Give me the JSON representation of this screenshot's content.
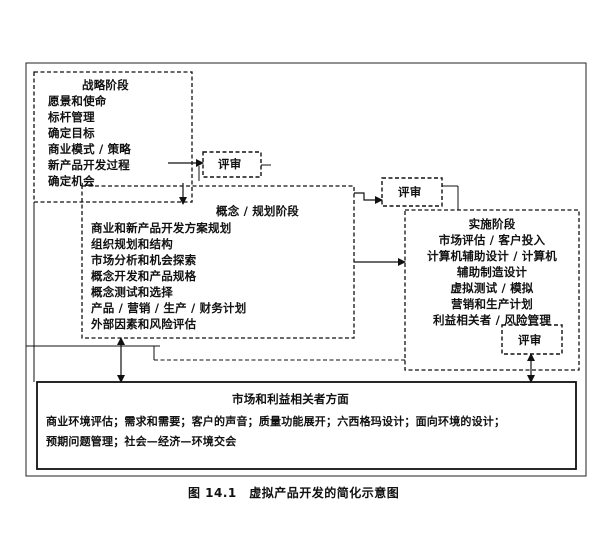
{
  "strategy": {
    "title": "战略阶段",
    "items": [
      "愿景和使命",
      "标杆管理",
      "确定目标",
      "商业模式 / 策略",
      "新产品开发过程",
      "确定机会"
    ]
  },
  "review_labels": [
    "评审",
    "评审",
    "评审"
  ],
  "concept": {
    "title": "概念 / 规划阶段",
    "items": [
      "商业和新产品开发方案规划",
      "组织规划和结构",
      "市场分析和机会探索",
      "概念开发和产品规格",
      "概念测试和选择",
      "产品 / 营销 / 生产 / 财务计划",
      "外部因素和风险评估"
    ]
  },
  "implementation": {
    "title": "实施阶段",
    "items": [
      "市场评估 / 客户投入",
      "计算机辅助设计 / 计算机",
      "辅助制造设计",
      "虚拟测试 / 模拟",
      "营销和生产计划",
      "利益相关者 / 风险管理"
    ]
  },
  "market": {
    "title": "市场和利益相关者方面",
    "lines": [
      "商业环境评估；需求和需要；客户的声音；质量功能展开；六西格玛设计；面向环境的设计；",
      "预期问题管理；社会—经济—环境交会"
    ]
  },
  "caption": "图 14.1　虚拟产品开发的简化示意图"
}
